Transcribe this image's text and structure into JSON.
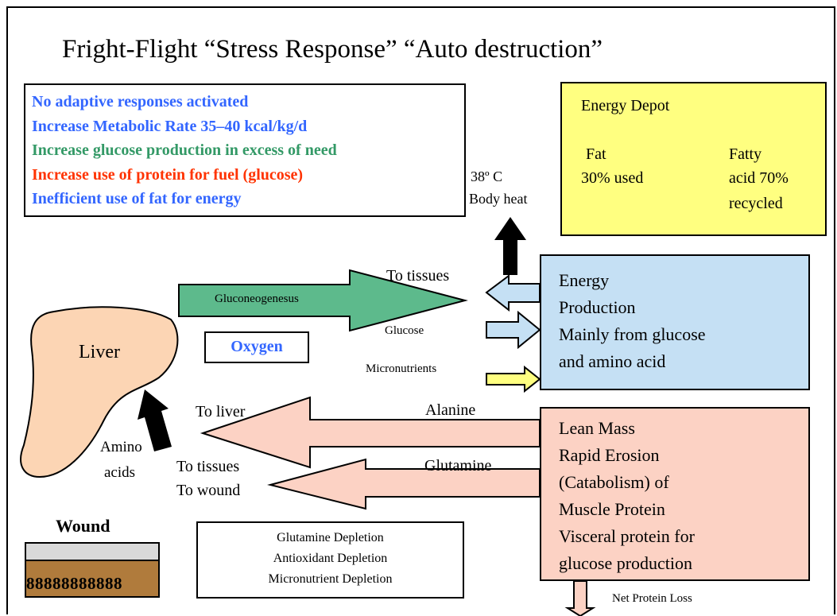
{
  "title": "Fright-Flight “Stress Response” “Auto destruction”",
  "list": [
    {
      "text": "No adaptive responses activated",
      "color": "#3366ff"
    },
    {
      "text": "Increase Metabolic Rate 35–40 kcal/kg/d",
      "color": "#3366ff"
    },
    {
      "text": "Increase glucose production in excess of need",
      "color": "#339966"
    },
    {
      "text": "Increase use of protein for fuel (glucose)",
      "color": "#ff3300"
    },
    {
      "text": "Inefficient use of fat for energy",
      "color": "#3366ff"
    }
  ],
  "depot": {
    "title": "Energy Depot",
    "fat_1": "Fat",
    "fat_2": "30% used",
    "fatty_1": "Fatty",
    "fatty_2": "acid 70%",
    "fatty_3": "recycled"
  },
  "heat": {
    "line1": "38º C",
    "line2": "Body heat"
  },
  "energy": {
    "line1": "Energy",
    "line2": "Production",
    "line3": "Mainly from glucose",
    "line4": "and amino acid"
  },
  "flows": {
    "to_tissues": "To tissues",
    "gluconeogenesis": "Gluconeogenesus",
    "glucose": "Glucose",
    "micronutrients": "Micronutrients",
    "to_liver": "To liver",
    "alanine": "Alanine",
    "glutamine": "Glutamine",
    "to_tissues_2": "To tissues",
    "to_wound": "To wound",
    "amino_1": "Amino",
    "amino_2": "acids",
    "net_loss": "Net Protein Loss"
  },
  "liver": "Liver",
  "oxygen": "Oxygen",
  "lean": {
    "line1": "Lean Mass",
    "line2": "Rapid Erosion",
    "line3": "(Catabolism) of",
    "line4": "Muscle Protein",
    "line5": "Visceral protein for",
    "line6": "glucose production"
  },
  "wound": {
    "label": "Wound",
    "pattern": "88888888888"
  },
  "depletion": {
    "line1": "Glutamine Depletion",
    "line2": "Antioxidant Depletion",
    "line3": "Micronutrient Depletion"
  },
  "colors": {
    "oxygen": "#3366ff",
    "liver": "#fcd5b4",
    "green_arrow": "#5dba8c",
    "blue_arrow": "#c5e0f4",
    "yellow_arrow": "#ffff80",
    "pink_arrow": "#fcd2c4",
    "wound_top": "#d9d9d9",
    "wound_bottom": "#b07b3c"
  }
}
